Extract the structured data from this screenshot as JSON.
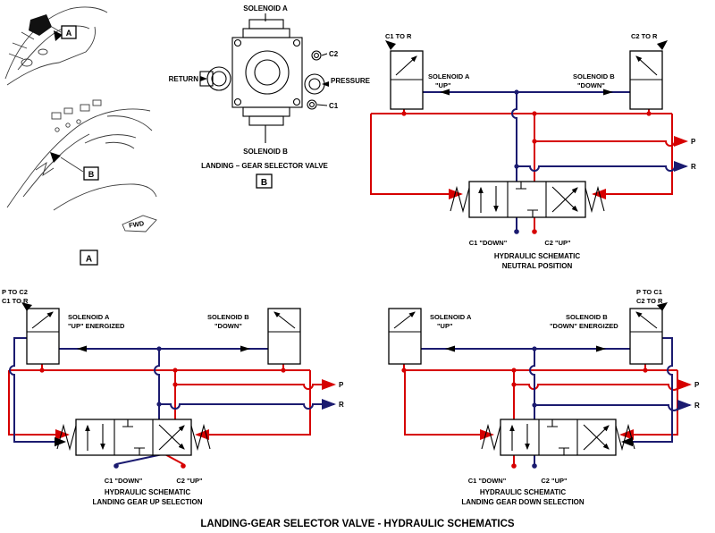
{
  "title": "LANDING-GEAR SELECTOR VALVE - HYDRAULIC SCHEMATICS",
  "colors": {
    "pressure_line": "#d60000",
    "return_line": "#1b1b70"
  },
  "location_views": {
    "detail_a_marker": "A",
    "detail_b_marker": "B",
    "fwd_label": "FWD",
    "view_a_label": "A"
  },
  "valve_illustration": {
    "solenoid_a": "SOLENOID A",
    "solenoid_b": "SOLENOID B",
    "return_port": "RETURN",
    "pressure_port": "PRESSURE",
    "c1_port": "C1",
    "c2_port": "C2",
    "caption": "LANDING – GEAR SELECTOR VALVE",
    "detail_callout": "B"
  },
  "neutral": {
    "corner_left": "C1 TO R",
    "corner_right": "C2 TO R",
    "solenoid_a_line1": "SOLENOID A",
    "solenoid_a_line2": "\"UP\"",
    "solenoid_b_line1": "SOLENOID B",
    "solenoid_b_line2": "\"DOWN\"",
    "port_p": "P",
    "port_r": "R",
    "c1": "C1 \"DOWN\"",
    "c2": "C2 \"UP\"",
    "caption_line1": "HYDRAULIC SCHEMATIC",
    "caption_line2": "NEUTRAL POSITION"
  },
  "up_selection": {
    "corner_line1": "P TO C2",
    "corner_line2": "C1 TO R",
    "solenoid_a_line1": "SOLENOID A",
    "solenoid_a_line2": "\"UP\" ENERGIZED",
    "solenoid_b_line1": "SOLENOID B",
    "solenoid_b_line2": "\"DOWN\"",
    "port_p": "P",
    "port_r": "R",
    "c1": "C1 \"DOWN\"",
    "c2": "C2 \"UP\"",
    "caption_line1": "HYDRAULIC SCHEMATIC",
    "caption_line2": "LANDING GEAR UP SELECTION"
  },
  "down_selection": {
    "corner_line1": "P TO C1",
    "corner_line2": "C2 TO R",
    "solenoid_a_line1": "SOLENOID A",
    "solenoid_a_line2": "\"UP\"",
    "solenoid_b_line1": "SOLENOID B",
    "solenoid_b_line2": "\"DOWN\" ENERGIZED",
    "port_p": "P",
    "port_r": "R",
    "c1": "C1 \"DOWN\"",
    "c2": "C2 \"UP\"",
    "caption_line1": "HYDRAULIC SCHEMATIC",
    "caption_line2": "LANDING GEAR DOWN SELECTION"
  }
}
